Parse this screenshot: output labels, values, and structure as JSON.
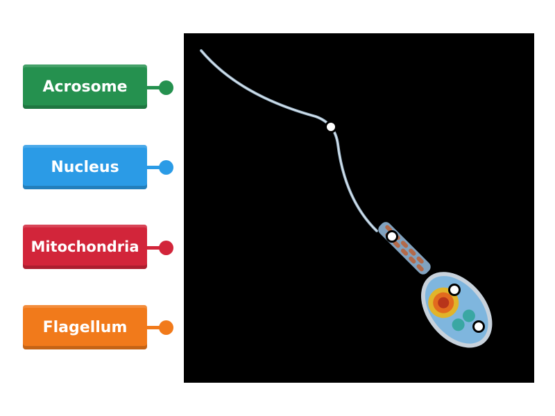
{
  "labels": [
    {
      "text": "Acrosome",
      "color": "#25914f"
    },
    {
      "text": "Nucleus",
      "color": "#2b9be6"
    },
    {
      "text": "Mitochondria",
      "color": "#d2253a"
    },
    {
      "text": "Flagellum",
      "color": "#f17a1b"
    }
  ],
  "diagram": {
    "subject": "sperm-cell",
    "background": "#000000",
    "hotspot_count": 4
  }
}
